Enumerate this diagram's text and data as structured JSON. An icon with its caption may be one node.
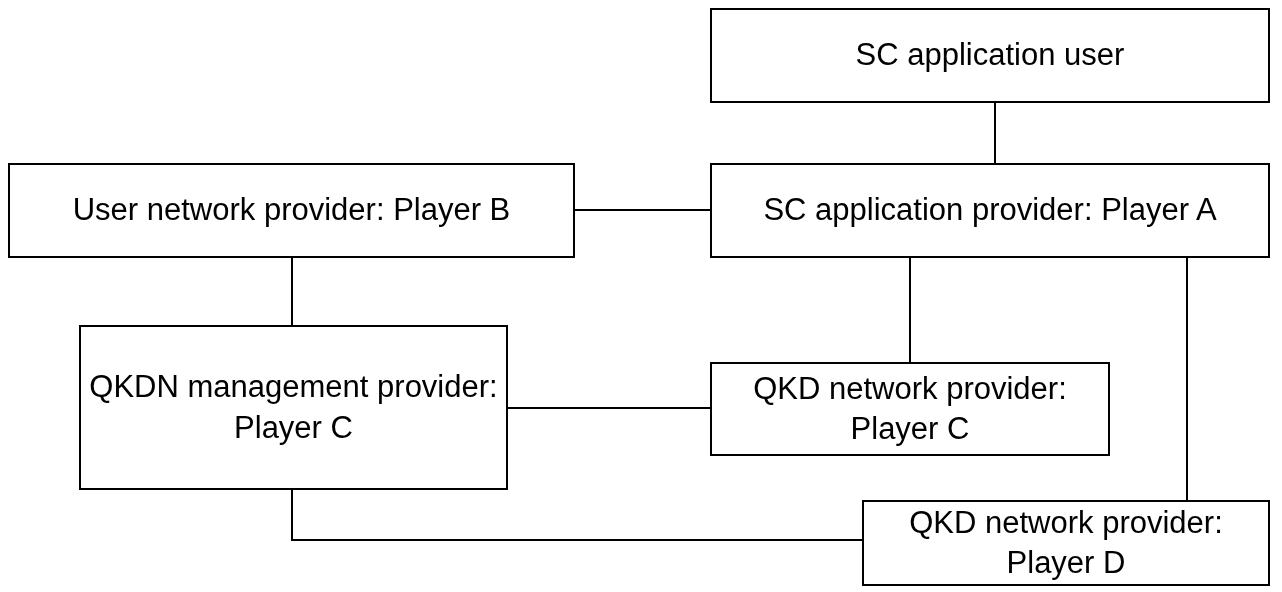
{
  "diagram": {
    "nodes": [
      {
        "text": [
          "SC application user"
        ]
      },
      {
        "text": [
          "User network provider: Player B"
        ]
      },
      {
        "text": [
          "SC application provider: Player A"
        ]
      },
      {
        "text": [
          "QKDN management provider: Player C"
        ]
      },
      {
        "text": [
          "QKD network provider: Player C"
        ]
      },
      {
        "text": [
          "QKD network provider: Player D"
        ]
      }
    ],
    "edges": [
      {
        "from": 0,
        "to": 2,
        "arrow": "none"
      },
      {
        "from": 1,
        "to": 2,
        "arrow": "none"
      },
      {
        "from": 1,
        "to": 3,
        "arrow": "none"
      },
      {
        "from": 2,
        "to": 4,
        "arrow": "none"
      },
      {
        "from": 2,
        "to": 5,
        "arrow": "none"
      },
      {
        "from": 3,
        "to": 4,
        "arrow": "none"
      },
      {
        "from": 3,
        "to": 5,
        "arrow": "none"
      }
    ]
  }
}
